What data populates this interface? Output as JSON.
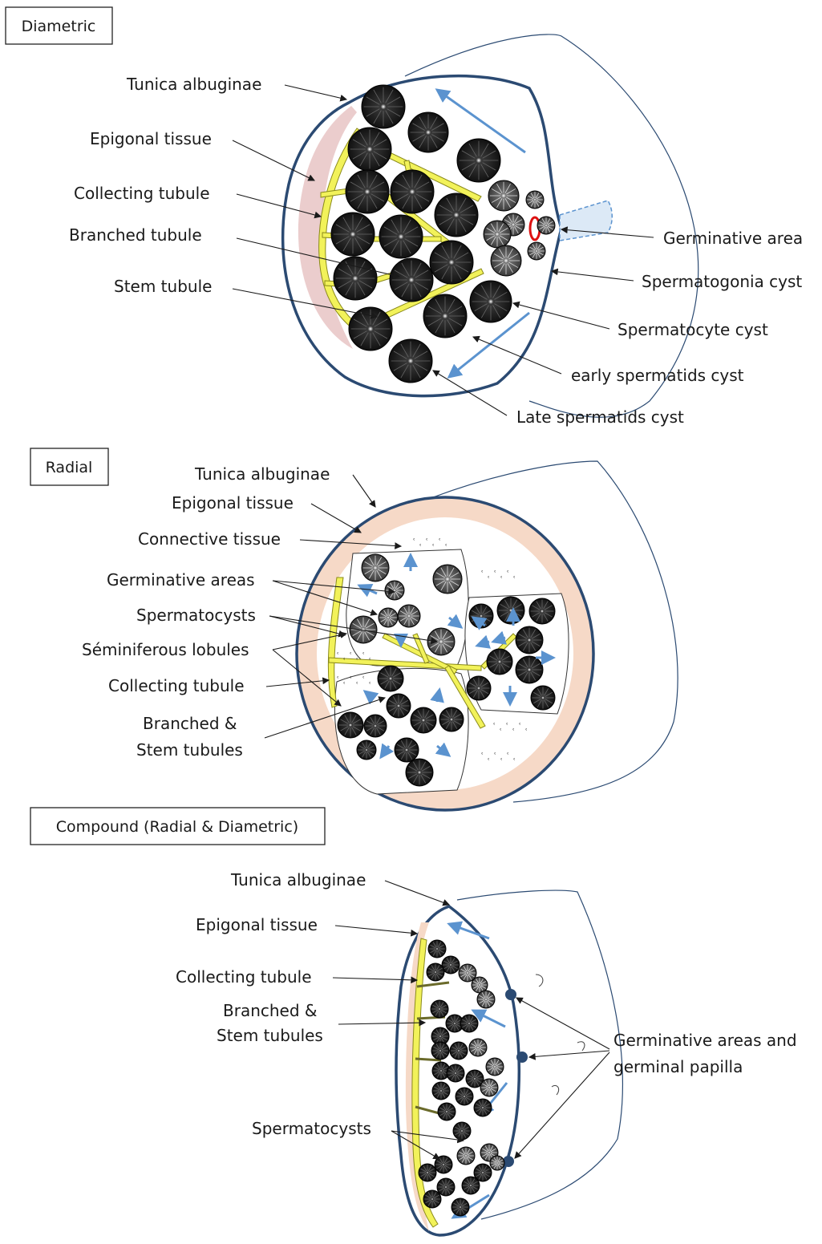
{
  "sections": [
    {
      "title": "Diametric",
      "labels": {
        "tunica": "Tunica albuginae",
        "epigonal": "Epigonal tissue",
        "collecting": "Collecting tubule",
        "branched": "Branched tubule",
        "stem": "Stem tubule",
        "germinative": "Germinative area",
        "spermatogonia": "Spermatogonia cyst",
        "spermatocyte": "Spermatocyte cyst",
        "early": "early spermatids cyst",
        "late": "Late spermatids cyst"
      }
    },
    {
      "title": "Radial",
      "labels": {
        "tunica": "Tunica albuginae",
        "epigonal": "Epigonal tissue",
        "connective": "Connective tissue",
        "germinative": "Germinative areas",
        "spermatocysts": "Spermatocysts",
        "lobules": "Séminiferous lobules",
        "collecting": "Collecting tubule",
        "branched_line1": "Branched &",
        "branched_line2": "Stem tubules"
      }
    },
    {
      "title": "Compound (Radial & Diametric)",
      "labels": {
        "tunica": "Tunica albuginae",
        "epigonal": "Epigonal tissue",
        "collecting": "Collecting tubule",
        "branched_line1": "Branched &",
        "branched_line2": "Stem tubules",
        "spermatocysts": "Spermatocysts",
        "germinative_line1": "Germinative areas and",
        "germinative_line2": "germinal papilla"
      }
    }
  ],
  "colors": {
    "outline": "#2b4a72",
    "tubule": "#f2f25a",
    "epigonal_diametric": "#e8c4c4",
    "epigonal_radial": "#f6d9c7",
    "arrow": "#5b93cf",
    "cyst": "#1e1e1e"
  }
}
